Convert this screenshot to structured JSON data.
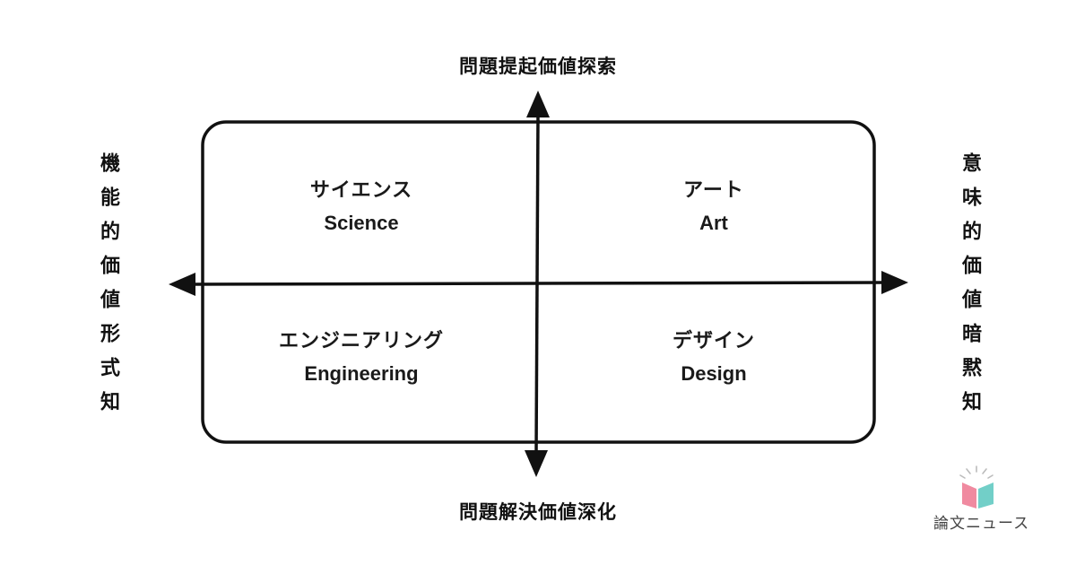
{
  "axes": {
    "top": "問題提起価値探索",
    "bottom": "問題解決価値深化",
    "left": "機能的価値形式知",
    "right": "意味的価値暗黙知"
  },
  "quadrants": {
    "science": {
      "ja": "サイエンス",
      "en": "Science"
    },
    "art": {
      "ja": "アート",
      "en": "Art"
    },
    "engineering": {
      "ja": "エンジニアリング",
      "en": "Engineering"
    },
    "design": {
      "ja": "デザイン",
      "en": "Design"
    }
  },
  "logo": {
    "text": "論文ニュース",
    "icon": "open-book-icon",
    "colors": {
      "left_page": "#f08aa0",
      "right_page": "#72cfc8",
      "rays": "#bbbbbb"
    }
  },
  "colors": {
    "line": "#111111",
    "background": "#ffffff"
  }
}
